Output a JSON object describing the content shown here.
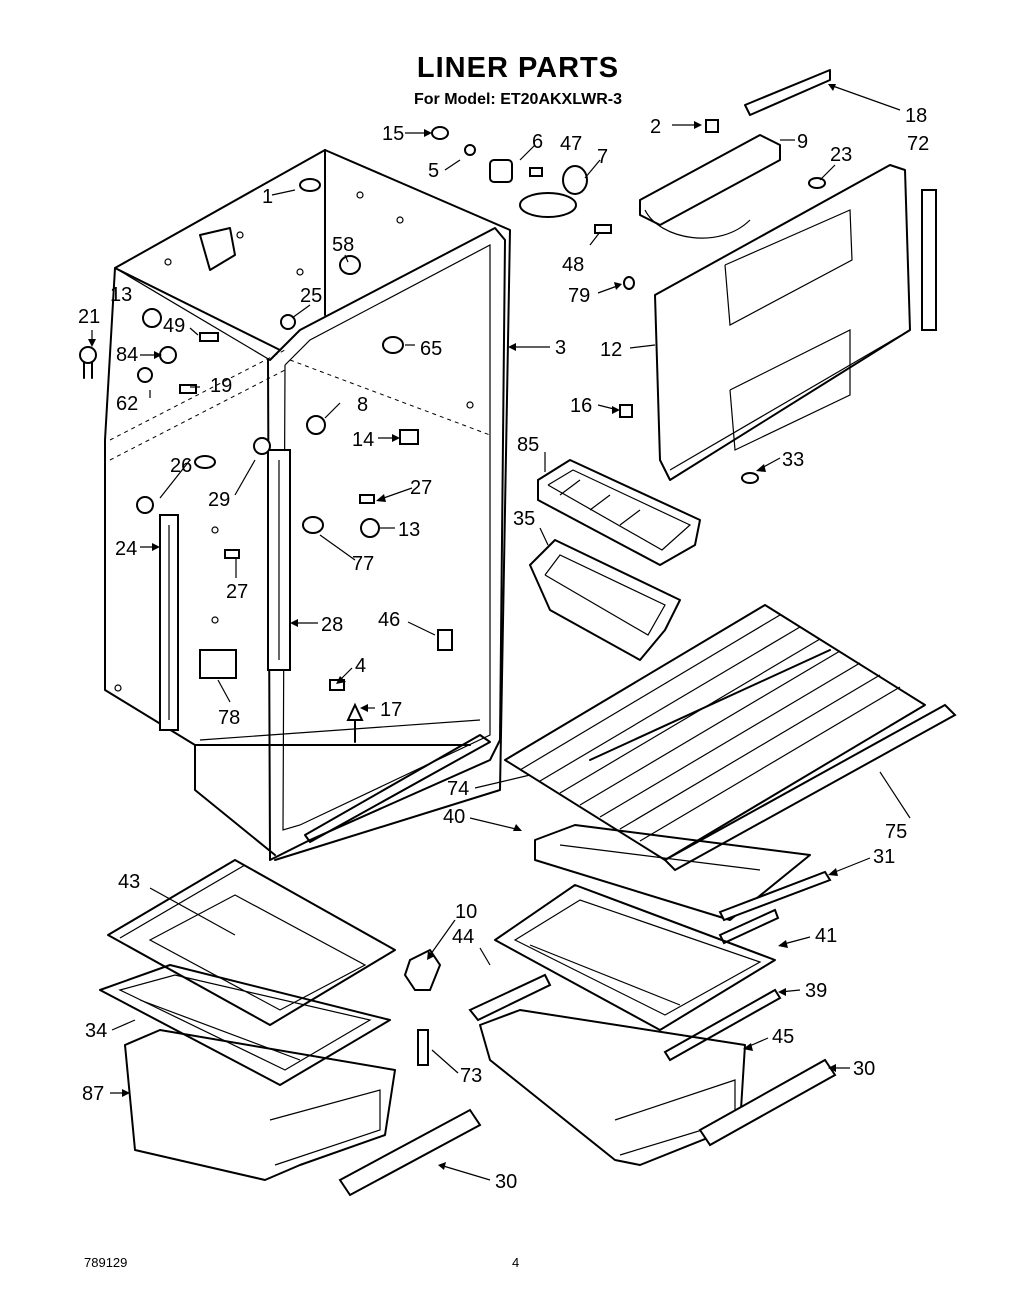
{
  "header": {
    "title": "LINER PARTS",
    "subtitle": "For Model: ET20AKXLWR-3"
  },
  "footer": {
    "code": "789129",
    "page": "4"
  },
  "callouts": [
    "15",
    "6",
    "47",
    "7",
    "5",
    "2",
    "9",
    "18",
    "23",
    "72",
    "1",
    "58",
    "25",
    "13",
    "49",
    "21",
    "84",
    "62",
    "19",
    "8",
    "65",
    "3",
    "14",
    "12",
    "79",
    "48",
    "16",
    "85",
    "33",
    "26",
    "29",
    "27",
    "24",
    "13",
    "77",
    "27",
    "35",
    "28",
    "46",
    "4",
    "78",
    "17",
    "74",
    "40",
    "75",
    "43",
    "10",
    "44",
    "31",
    "41",
    "39",
    "34",
    "45",
    "30",
    "87",
    "73",
    "30"
  ]
}
